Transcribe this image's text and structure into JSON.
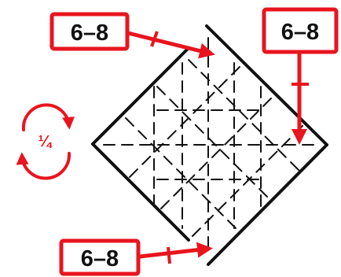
{
  "colors": {
    "accent": "#e8151f",
    "ink": "#111111",
    "background": "#ffffff"
  },
  "rotation_badge": {
    "text": "¼",
    "icon": "rotate-cycle-icon"
  },
  "callouts": [
    {
      "id": "top-left",
      "text": "6–8"
    },
    {
      "id": "top-right",
      "text": "6–8"
    },
    {
      "id": "bottom",
      "text": "6–8"
    }
  ]
}
